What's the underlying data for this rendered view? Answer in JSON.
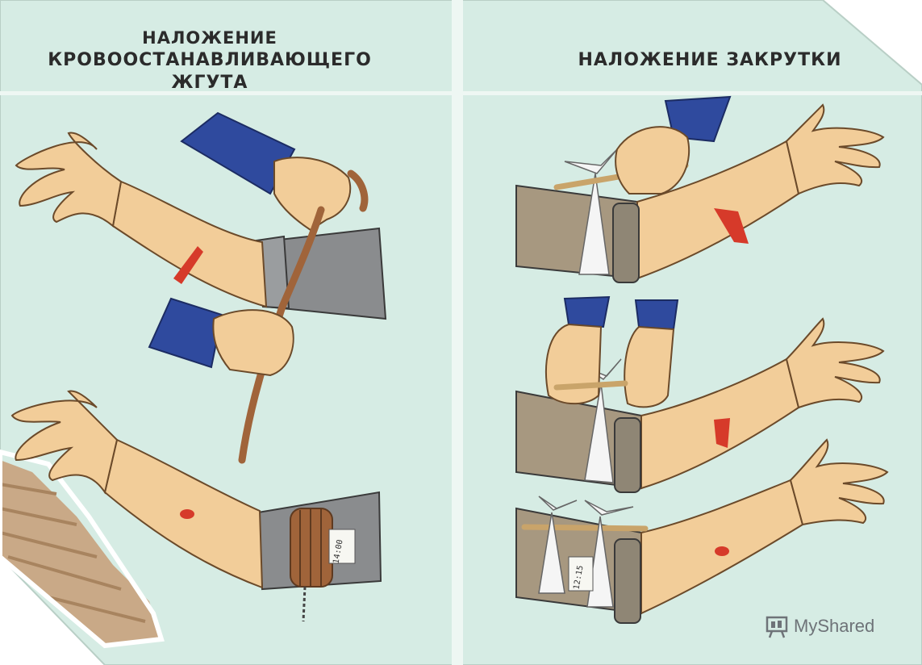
{
  "left_panel": {
    "title_line1": "НАЛОЖЕНИЕ",
    "title_line2": "КРОВООСТАНАВЛИВАЮЩЕГО ЖГУТА",
    "note_time": "14:00"
  },
  "right_panel": {
    "title": "НАЛОЖЕНИЕ ЗАКРУТКИ",
    "note_time": "12:15"
  },
  "watermark": {
    "text": "MyShared",
    "icon": "presentation-board-icon"
  },
  "colors": {
    "poster_bg": "#d6ece4",
    "skin": "#f2cd99",
    "skin_outline": "#6b4a2a",
    "sleeve_blue": "#2f4a9e",
    "sleeve_gray": "#8a8c8e",
    "sleeve_brown": "#a79880",
    "tourniquet": "#a0643a",
    "wound": "#d63a2a",
    "cloth": "#f5f5f5"
  }
}
